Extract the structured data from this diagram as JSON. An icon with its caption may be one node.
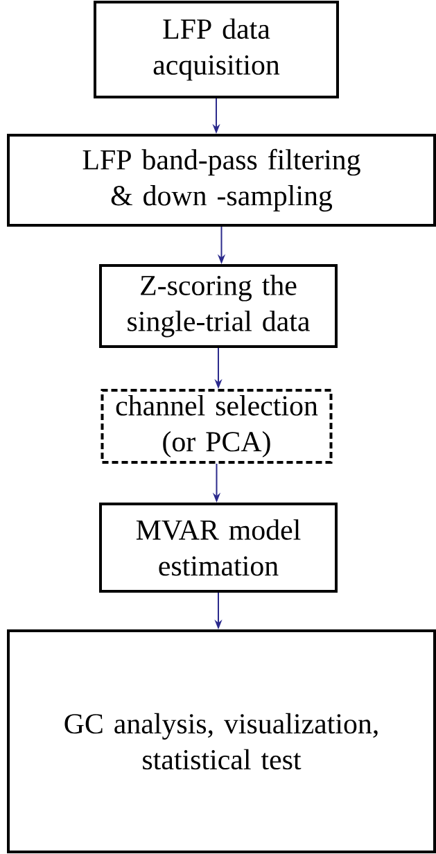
{
  "diagram": {
    "nodes": [
      {
        "text": [
          "LFP data acquisition"
        ]
      },
      {
        "text": [
          "LFP band-pass filtering & down -sampling"
        ]
      },
      {
        "text": [
          "Z-scoring the single-trial data"
        ]
      },
      {
        "text": [
          "channel selection (or PCA)"
        ]
      },
      {
        "text": [
          "MVAR model estimation"
        ]
      },
      {
        "text": [
          "GC analysis, visualization, statistical test"
        ]
      }
    ],
    "edges": [
      {
        "from": 0,
        "to": 1,
        "arrow": "to"
      },
      {
        "from": 1,
        "to": 2,
        "arrow": "to"
      },
      {
        "from": 2,
        "to": 3,
        "arrow": "to"
      },
      {
        "from": 3,
        "to": 4,
        "arrow": "to"
      },
      {
        "from": 4,
        "to": 5,
        "arrow": "to"
      }
    ]
  }
}
